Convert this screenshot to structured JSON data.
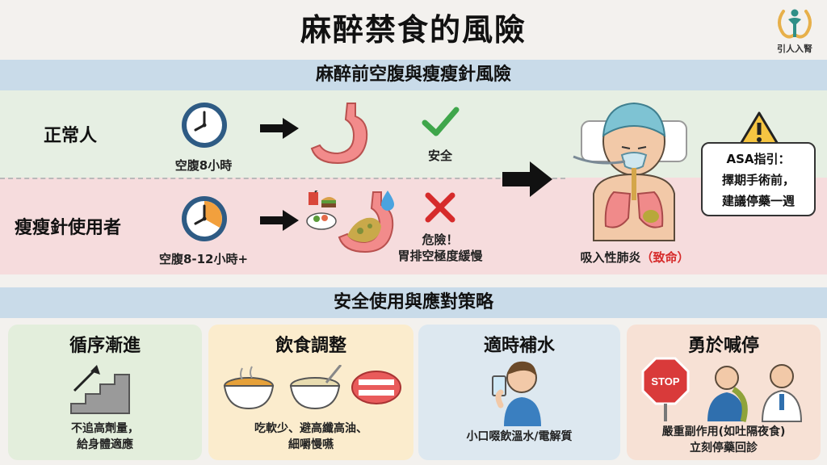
{
  "title": "麻醉禁食的風險",
  "logo": {
    "text": "引人入腎",
    "icon": "person-logo-icon"
  },
  "section1": {
    "header": "麻醉前空腹與瘦瘦針風險",
    "normal": {
      "label": "正常人",
      "fasting": "空腹8小時",
      "result": "安全",
      "icons": [
        "clock-icon",
        "arrow-right-icon",
        "empty-stomach-icon",
        "check-icon"
      ]
    },
    "glp": {
      "label": "瘦瘦針使用者",
      "fasting": "空腹8-12小時+",
      "result_line1": "危險！",
      "result_line2": "胃排空極度緩慢",
      "icons": [
        "clock-icon",
        "arrow-right-icon",
        "food-icon",
        "full-stomach-icon",
        "water-drop-icon",
        "cross-icon"
      ]
    },
    "outcome": {
      "text": "吸入性肺炎",
      "emphasis": "（致命）",
      "emphasis_color": "#d62b2b",
      "icon": "patient-aspiration-icon"
    },
    "asa": {
      "line1": "ASA指引：",
      "line2": "擇期手術前，",
      "line3": "建議停藥一週",
      "icon": "warning-icon"
    }
  },
  "section2": {
    "header": "安全使用與應對策略",
    "cards": [
      {
        "title": "循序漸進",
        "line1": "不追高劑量，",
        "line2": "給身體適應",
        "icon": "stairs-icon",
        "color": "#e3eedc"
      },
      {
        "title": "飲食調整",
        "line1": "吃軟少、避高纖高油、",
        "line2": "細嚼慢嚥",
        "icon": "soft-food-icon",
        "color": "#fbeccd"
      },
      {
        "title": "適時補水",
        "line1": "小口啜飲溫水/電解質",
        "line2": "",
        "icon": "drinking-water-icon",
        "color": "#dde8f0"
      },
      {
        "title": "勇於喊停",
        "line1": "嚴重副作用(如吐隔夜食)",
        "line2": "立刻停藥回診",
        "icon": "stop-sign-icon",
        "color": "#f7e1d5"
      }
    ]
  }
}
